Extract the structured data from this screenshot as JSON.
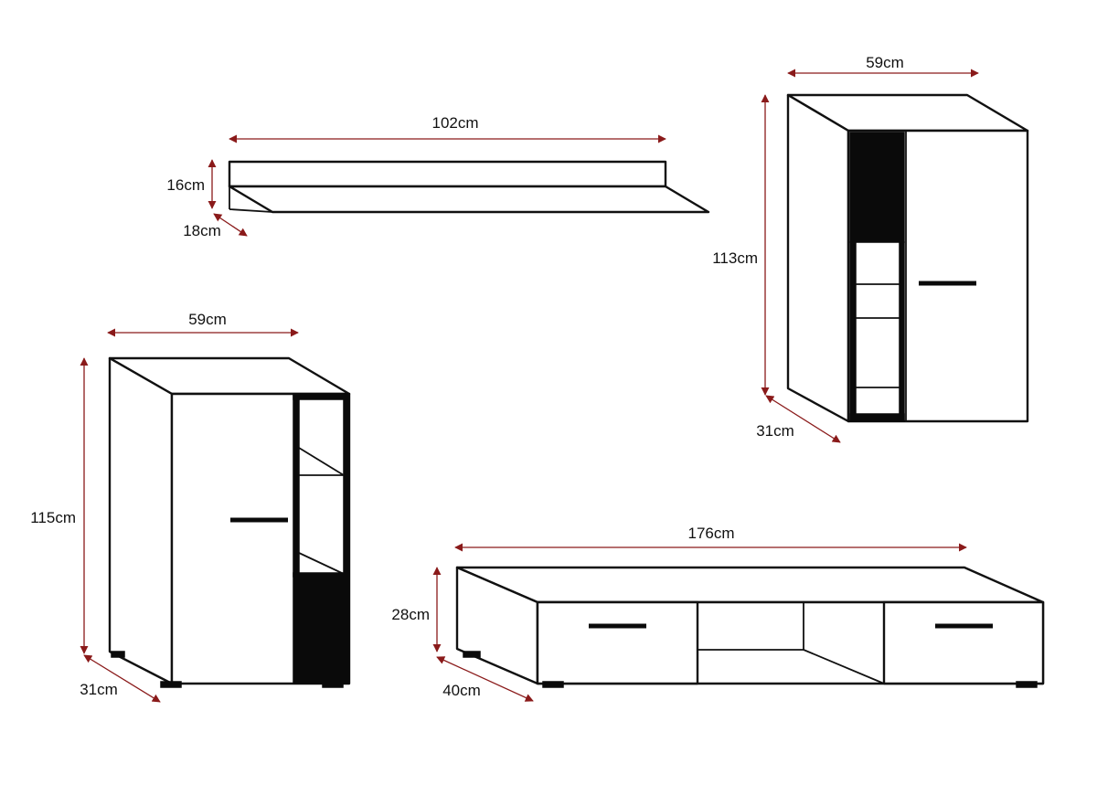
{
  "dimension_color": "#8a1a1a",
  "wall_shelf": {
    "width_label": "102cm",
    "height_label": "16cm",
    "depth_label": "18cm"
  },
  "upper_cabinet": {
    "width_label": "59cm",
    "height_label": "113cm",
    "depth_label": "31cm"
  },
  "tall_cabinet": {
    "width_label": "59cm",
    "height_label": "115cm",
    "depth_label": "31cm"
  },
  "tv_stand": {
    "width_label": "176cm",
    "height_label": "28cm",
    "depth_label": "40cm"
  }
}
